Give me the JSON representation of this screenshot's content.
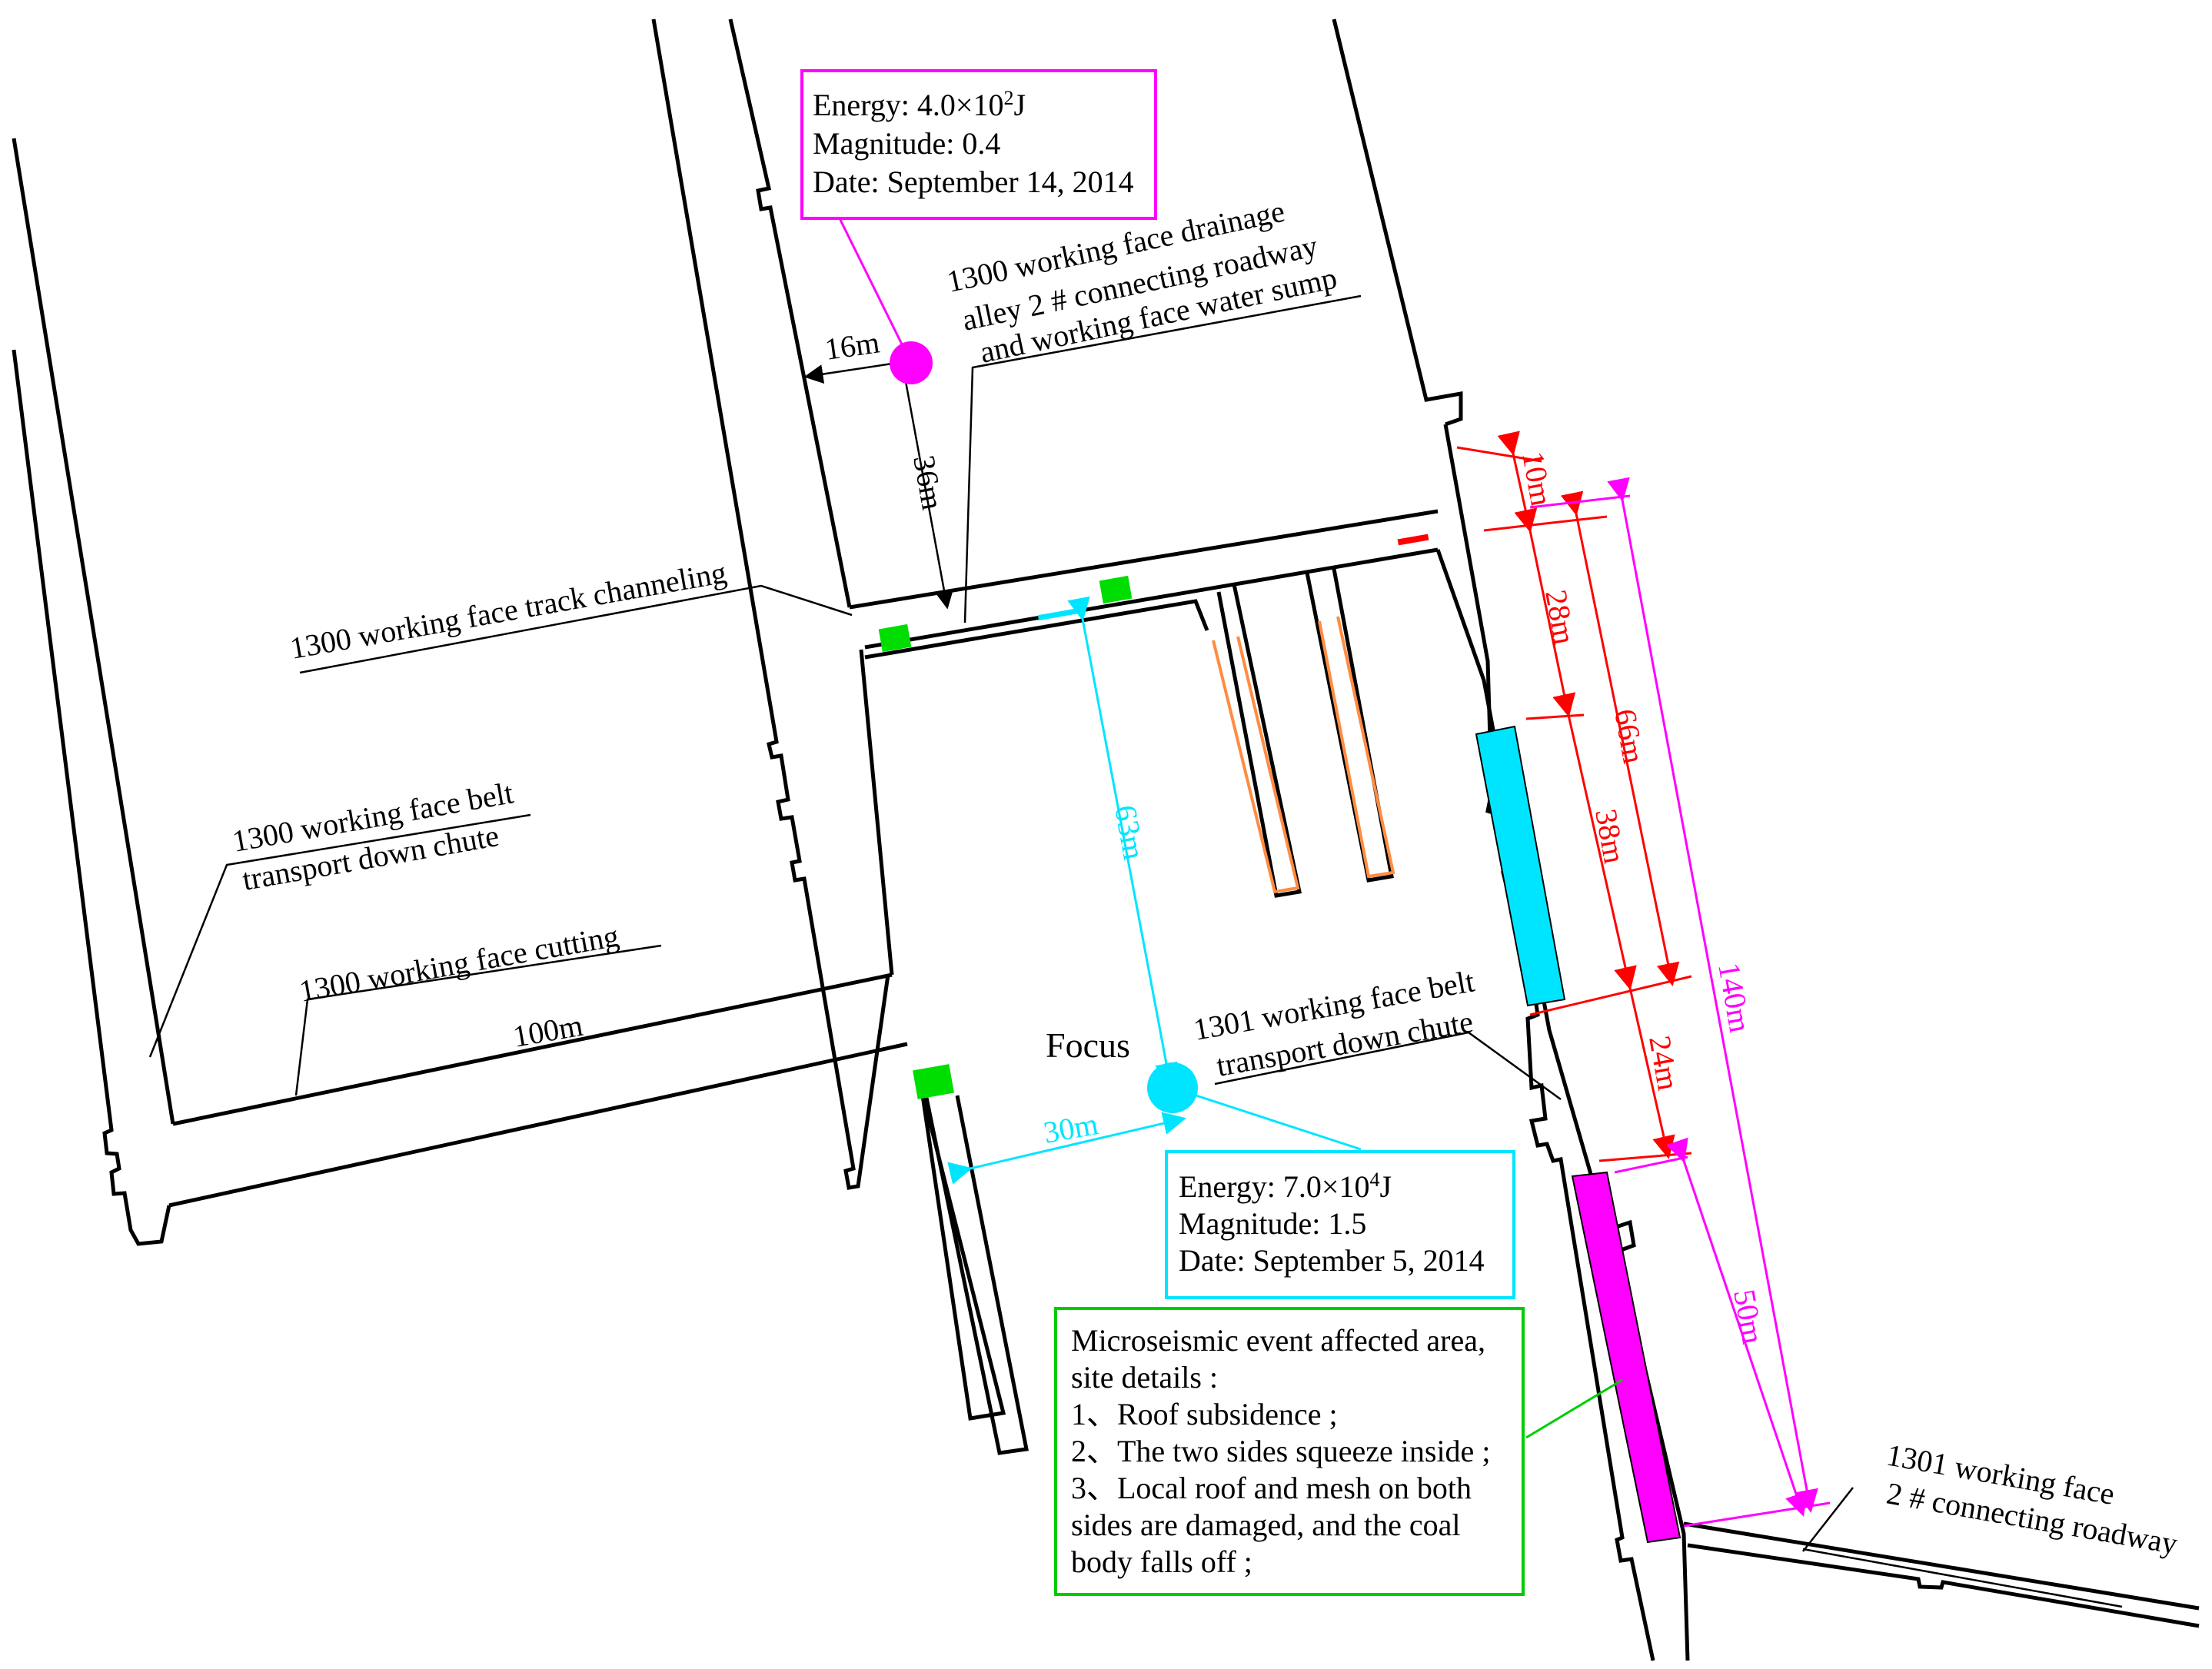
{
  "labels": {
    "track": "1300 working face track channeling",
    "belt_1300_l1": "1300 working face belt",
    "belt_1300_l2": "transport down chute",
    "cutting": "1300 working face cutting",
    "drain_l1": "1300 working face drainage",
    "drain_l2": "alley 2 # connecting roadway",
    "drain_l3": "and working face water sump",
    "belt_1301_l1": "1301 working face belt",
    "belt_1301_l2": "transport down chute",
    "conn_1301_l1": "1301 working face",
    "conn_1301_l2": "2 # connecting roadway",
    "focus": "Focus"
  },
  "events": [
    {
      "energy_prefix": "Energy: 4.0×10",
      "energy_exp": "2",
      "energy_unit": "J",
      "magnitude": "Magnitude: 0.4",
      "date": "Date: September 14, 2014",
      "color": "#ff00ff"
    },
    {
      "energy_prefix": "Energy: 7.0×10",
      "energy_exp": "4",
      "energy_unit": "J",
      "magnitude": "Magnitude: 1.5",
      "date": "Date: September 5, 2014",
      "color": "#00e5ff"
    }
  ],
  "affected_area": {
    "lines": [
      "Microseismic event affected area,",
      "site details :",
      "1、Roof subsidence ;",
      "2、The two sides squeeze inside ;",
      "3、Local roof and mesh on both",
      "sides are damaged, and the coal",
      "body falls off ;"
    ],
    "color": "#00cc00"
  },
  "dimensions": {
    "d16": "16m",
    "d36": "36m",
    "d63": "63m",
    "d30": "30m",
    "d100": "100m",
    "d10": "10m",
    "d28": "28m",
    "d66": "66m",
    "d38": "38m",
    "d24": "24m",
    "d140": "140m",
    "d50": "50m"
  },
  "colors": {
    "red": "#ff0000",
    "magenta": "#ff00ff",
    "cyan": "#00e5ff",
    "green": "#00dd00",
    "orange": "#ff8c42"
  }
}
